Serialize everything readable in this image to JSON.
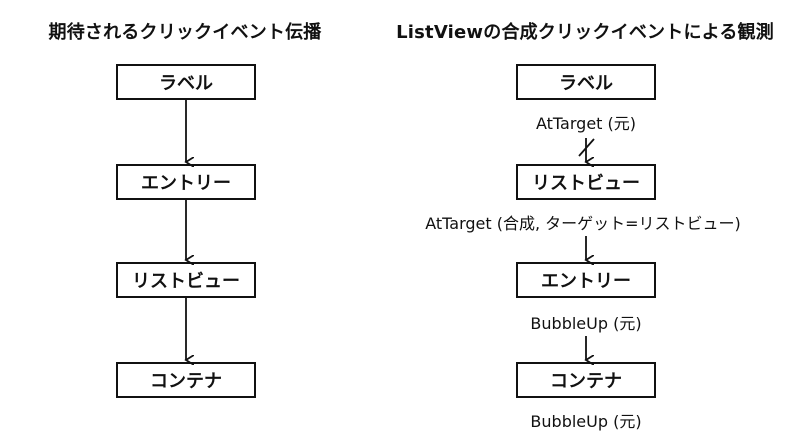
{
  "left_diagram": {
    "title": "期待されるクリックイベント伝播",
    "nodes": [
      "ラベル",
      "エントリー",
      "リストビュー",
      "コンテナ"
    ]
  },
  "right_diagram": {
    "title": "ListViewの合成クリックイベントによる観測",
    "nodes": [
      "ラベル",
      "リストビュー",
      "エントリー",
      "コンテナ"
    ],
    "edge_labels": [
      "AtTarget (元)",
      "AtTarget (合成, ターゲット=リストビュー)",
      "BubbleUp (元)",
      "BubbleUp (元)"
    ],
    "blocked_edge": "ラベル → リストビュー"
  },
  "colors": {
    "stroke": "#111111",
    "background": "#ffffff"
  }
}
